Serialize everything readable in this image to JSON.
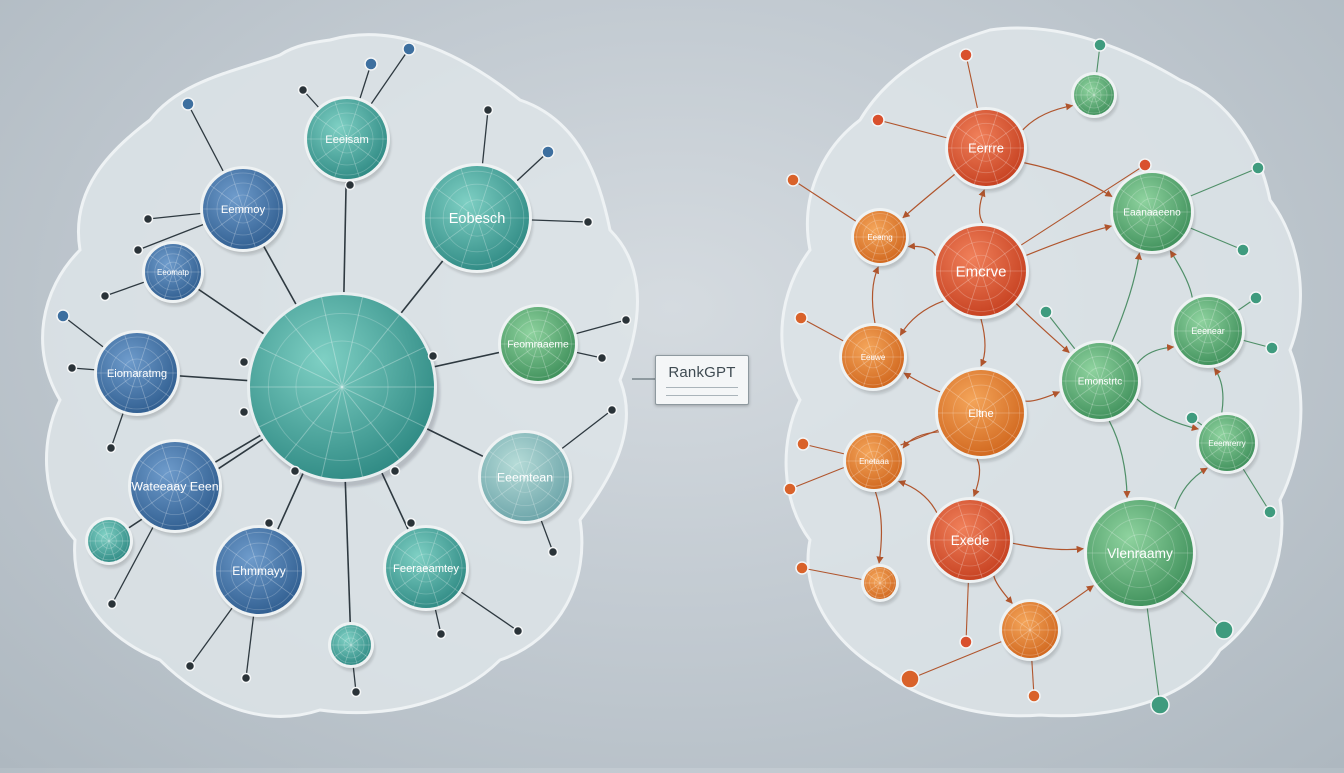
{
  "caption": {
    "title": "RankGPT"
  },
  "colors": {
    "blue": "#3e6fa3",
    "teal": "#3b9b96",
    "tealLight": "#62b8a8",
    "green": "#4fa06c",
    "orange": "#e07a2c",
    "red": "#d9502d",
    "blob": "#dfe5e8",
    "line": "#2e3940",
    "arrow": "#b0552d"
  },
  "left_cluster": {
    "hub": {
      "label": ""
    },
    "nodes": [
      {
        "label": "Eobesch",
        "color": "teal"
      },
      {
        "label": "Eeeisam",
        "color": "teal"
      },
      {
        "label": "Eemmoy",
        "color": "blue"
      },
      {
        "label": "Eeomatp",
        "color": "blue"
      },
      {
        "label": "Eiomaratmg",
        "color": "blue"
      },
      {
        "label": "Wateeaay Eeen",
        "color": "blue"
      },
      {
        "label": "Ehmmayy",
        "color": "blue"
      },
      {
        "label": "Feeraeamtey",
        "color": "teal"
      },
      {
        "label": "Eeemtean",
        "color": "tealLight"
      },
      {
        "label": "Feomraaeme",
        "color": "green"
      },
      {
        "label": "",
        "color": "teal"
      },
      {
        "label": "",
        "color": "teal"
      }
    ]
  },
  "right_cluster": {
    "nodes": [
      {
        "label": "Emcrve",
        "color": "red"
      },
      {
        "label": "Eerrre",
        "color": "red"
      },
      {
        "label": "Exede",
        "color": "red"
      },
      {
        "label": "Eltne",
        "color": "orange"
      },
      {
        "label": "Eeuwe",
        "color": "orange"
      },
      {
        "label": "Eeemg",
        "color": "orange"
      },
      {
        "label": "Enetaaa",
        "color": "orange"
      },
      {
        "label": "",
        "color": "orange"
      },
      {
        "label": "",
        "color": "orange"
      },
      {
        "label": "Eaanaaeeno",
        "color": "green"
      },
      {
        "label": "Emonstrtc",
        "color": "green"
      },
      {
        "label": "Eeenear",
        "color": "green"
      },
      {
        "label": "Eeemrerry",
        "color": "green"
      },
      {
        "label": "Vlenraamy",
        "color": "green"
      },
      {
        "label": "",
        "color": "green"
      }
    ]
  }
}
